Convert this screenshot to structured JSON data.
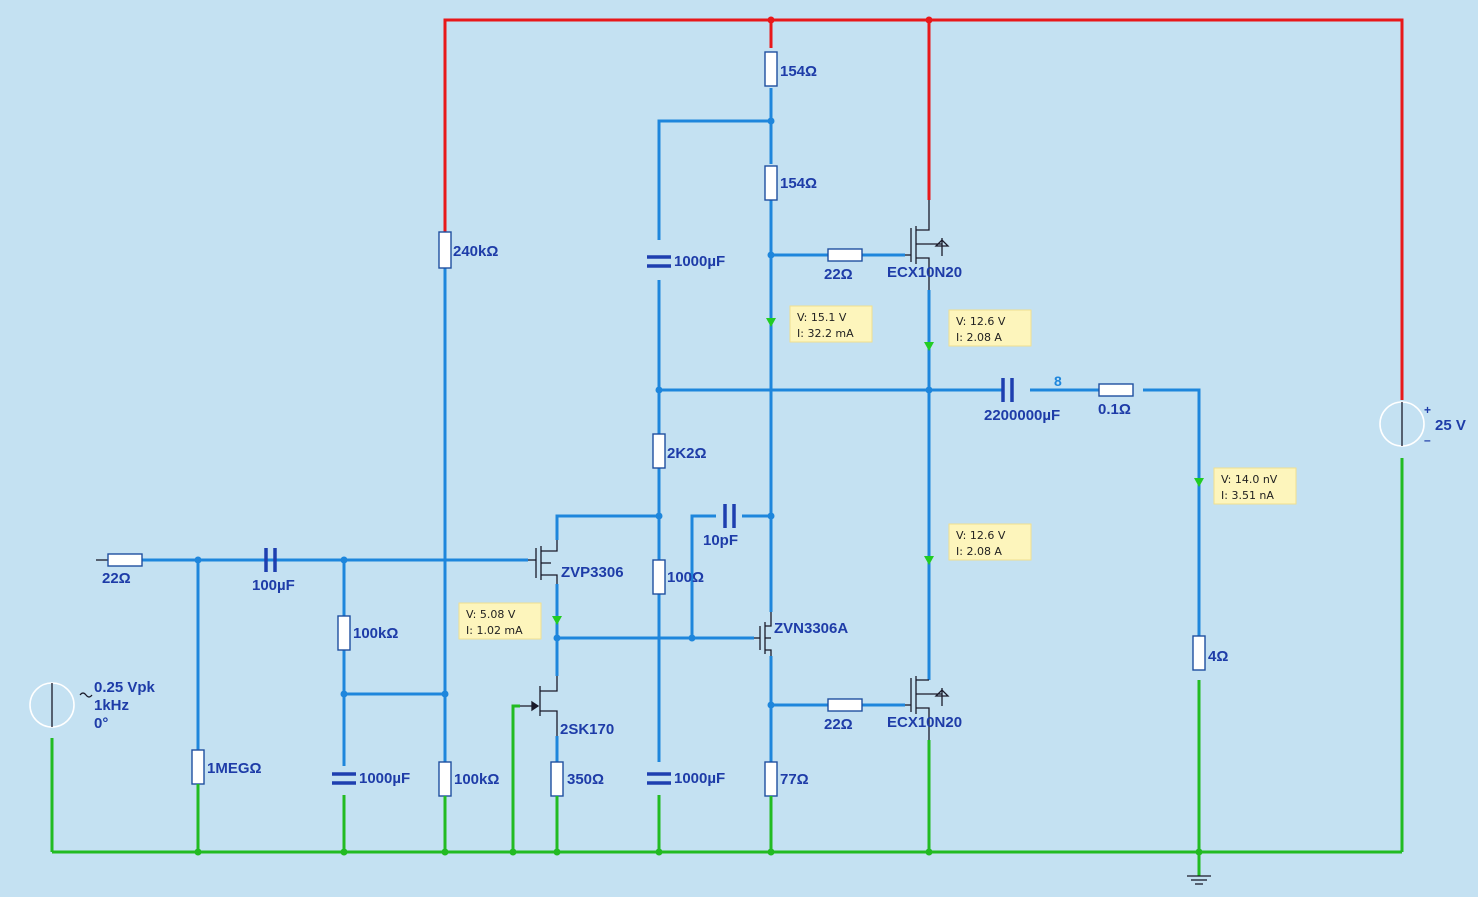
{
  "supply": {
    "label": "25 V",
    "plus": "+",
    "minus": "–"
  },
  "source": {
    "line1": "0.25 Vpk",
    "line2": "1kHz",
    "line3": "0°"
  },
  "components": {
    "r_in": "22Ω",
    "c_in": "100µF",
    "r_1meg": "1MEGΩ",
    "r_100k_a": "100kΩ",
    "c_1000u_a": "1000µF",
    "r_240k": "240kΩ",
    "r_100k_b": "100kΩ",
    "q_zvp": "ZVP3306",
    "q_2sk": "2SK170",
    "r_350": "350Ω",
    "c_1000u_top": "1000µF",
    "r_2k2": "2K2Ω",
    "r_100": "100Ω",
    "c_1000u_bot": "1000µF",
    "c_10p": "10pF",
    "r_154_a": "154Ω",
    "r_154_b": "154Ω",
    "q_zvn": "ZVN3306A",
    "r_77": "77Ω",
    "r_gate_top": "22Ω",
    "r_gate_bot": "22Ω",
    "q_top": "ECX10N20",
    "q_bot": "ECX10N20",
    "c_out": "2200000µF",
    "r_out": "0.1Ω",
    "r_load": "4Ω",
    "net_out": "8"
  },
  "probes": [
    {
      "v": "V: 15.1 V",
      "i": "I: 32.2 mA"
    },
    {
      "v": "V: 12.6 V",
      "i": "I: 2.08 A"
    },
    {
      "v": "V: 14.0 nV",
      "i": "I: 3.51 nA"
    },
    {
      "v": "V: 12.6 V",
      "i": "I: 2.08 A"
    },
    {
      "v": "V: 5.08 V",
      "i": "I: 1.02 mA"
    }
  ],
  "colors": {
    "background": "#c4e1f2",
    "wire": "#1e86dc",
    "supply_rail": "#e8181a",
    "ground_rail": "#22bb22",
    "label": "#1e3ca8",
    "probe": "#fdf5bc"
  }
}
